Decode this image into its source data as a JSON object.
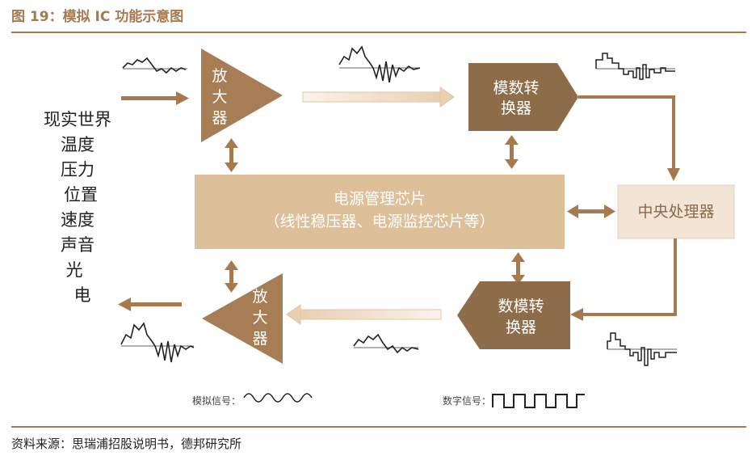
{
  "figure_title": "图 19：模拟 IC 功能示意图",
  "source_note": "资料来源：思瑞浦招股说明书，德邦研究所",
  "environment": {
    "lines": [
      "现实世界",
      "温度",
      "压力",
      "位置",
      "速度",
      "声音",
      "光",
      "电"
    ]
  },
  "blocks": {
    "amp_input": [
      "放",
      "大",
      "器"
    ],
    "adc": [
      "模数转",
      "换器"
    ],
    "power": [
      "电源管理芯片",
      "（线性稳压器、电源监控芯片等）"
    ],
    "cpu": "中央处理器",
    "dac": [
      "数模转",
      "换器"
    ],
    "amp_output": [
      "放",
      "大",
      "器"
    ]
  },
  "legend": {
    "analog_label": "模拟信号：",
    "digital_label": "数字信号："
  },
  "colors": {
    "title": "#a7794f",
    "amp": "#a67d55",
    "converter": "#8d6c4a",
    "power": "#ddbf9a",
    "cpu": "#f2e5d6",
    "arrow": "#a7794f"
  }
}
